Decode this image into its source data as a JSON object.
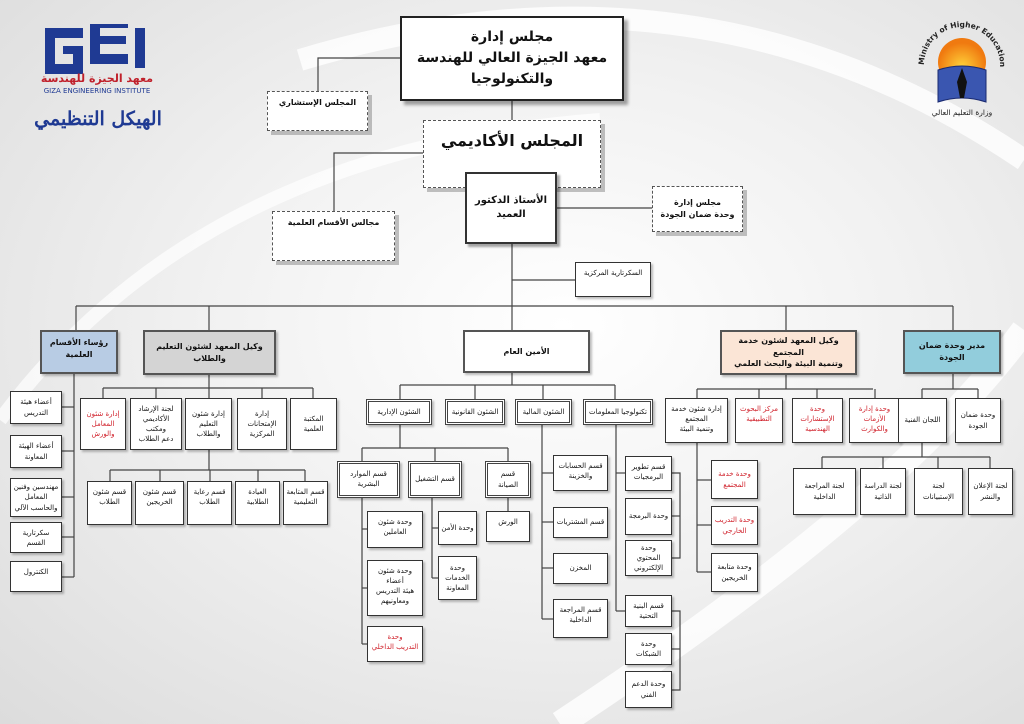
{
  "header": {
    "logo_letters": "GEI",
    "logo_text_ar": "معهد الجيزة للهندسة",
    "logo_text_en": "GIZA ENGINEERING INSTITUTE",
    "title": "الهيكل التنظيمي",
    "ministry_en": "Ministry of Higher Education",
    "ministry_ar": "وزارة التعليم العالي"
  },
  "colors": {
    "heads_box": "#b8cce4",
    "education_box": "#d4d4d4",
    "community_box": "#fbe5d6",
    "quality_box": "#92cddc",
    "highlight_text": "#d0202a",
    "logo_blue": "#1f3a93"
  },
  "nodes": {
    "board": "مجلس إدارة\nمعهد الجيزة العالي للهندسة\nوالتكنولوجيا",
    "advisory": "المجلس الإستشاري",
    "academic": "المجلس الأكاديمي",
    "dean": "الأستاذ الدكتور\nالعميد",
    "sci_councils": "مجالس الأقسام العلمية",
    "quality_council": "مجلس إدارة\nوحدة ضمان الجودة",
    "secretariat": "السكرتارية المركزية",
    "heads": "رؤساء الأقسام\nالعلمية",
    "vd_edu": "وكيل المعهد لشئون التعليم والطلاب",
    "sec_gen": "الأمين العام",
    "vd_comm": "وكيل المعهد لشئون خدمة المجتمع\nوتنمية البيئة والبحث العلمي",
    "qa_dir": "مدير وحدة ضمان الجودة",
    "staff": "أعضاء هيئة\nالتدريس",
    "assist": "أعضاء الهيئة\nالمعاونة",
    "engineers": "مهندسين وفنين\nالمعامل\nوالحاسب الآلي",
    "dept_sec": "سكرتارية القسم",
    "control": "الكنترول",
    "labs": "إدارة شئون\nالمعامل\nوالورش",
    "guidance": "لجنة الإرشاد\nالأكاديمي ومكتب\nدعم الطلاب",
    "edu_admin": "إدارة شئون\nالتعليم والطلاب",
    "exams": "إدارة الإمتحانات\nالمركزية",
    "library": "المكتبة العلمية",
    "students": "قسم شئون\nالطلاب",
    "graduates": "قسم شئون\nالخريجين",
    "welfare": "قسم رعاية\nالطلاب",
    "clinic": "العيادة الطلابية",
    "followup": "قسم المتابعة\nالتعليمية",
    "admin": "الشئون الإدارية",
    "legal": "الشئون القانونية",
    "finance": "الشئون المالية",
    "it": "تكنولوجيا المعلومات",
    "hr": "قسم الموارد\nالبشرية",
    "ops": "قسم التشغيل",
    "maint": "قسم الصيانة",
    "hr1": "وحدة شئون\nالعاملين",
    "hr2": "وحدة شئون\nأعضاء\nهيئة التدريس\nومعاونيهم",
    "hr3": "وحدة\nالتدريب الداخلي",
    "security": "وحدة الأمن",
    "support": "وحدة\nالخدمات\nالمعاونة",
    "workshops": "الورش",
    "fin1": "قسم الحسابات\nوالخزينة",
    "fin2": "قسم المشتريات",
    "fin3": "المخزن",
    "fin4": "قسم المراجعة\nالداخلية",
    "it1": "قسم تطوير\nالبرمجيات",
    "it2": "وحدة البرمجة",
    "it3": "وحدة المحتوي\nالإلكتروني",
    "it4": "قسم البنية\nالتحتية",
    "it5": "وحدة الشبكات",
    "it6": "وحدة الدعم\nالفني",
    "comm_admin": "إدارة شئون خدمة\nالمجتمع\nوتنمية البيئة",
    "research": "مركز البحوث\nالتطبيقية",
    "consult": "وحدة\nالإستشارات\nالهندسية",
    "crisis": "وحدة إدارة\nالأزمات\nوالكوارث",
    "cu1": "وحدة خدمة\nالمجتمع",
    "cu2": "وحدة التدريب\nالخارجي",
    "cu3": "وحدة متابعة\nالخريجين",
    "committees": "اللجان الفنية",
    "qa_unit": "وحدة ضمان\nالجودة",
    "qc1": "لجنة المراجعة\nالداخلية",
    "qc2": "لجنة الدراسة\nالذاتية",
    "qc3": "لجنة\nالإستبيانات",
    "qc4": "لجنة الإعلان\nوالنشر"
  }
}
